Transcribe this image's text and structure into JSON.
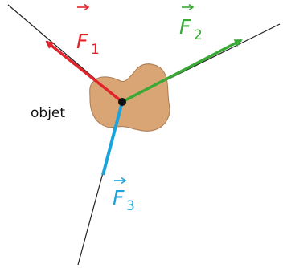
{
  "object": {
    "label": "objet",
    "fill_color": "#d9a574"
  },
  "forces": [
    {
      "id": "F1",
      "symbol": "F",
      "index": "1",
      "color": "#e1242b"
    },
    {
      "id": "F2",
      "symbol": "F",
      "index": "2",
      "color": "#3aa935"
    },
    {
      "id": "F3",
      "symbol": "F",
      "index": "3",
      "color": "#1aa4dd"
    }
  ],
  "line_color": "#222222"
}
